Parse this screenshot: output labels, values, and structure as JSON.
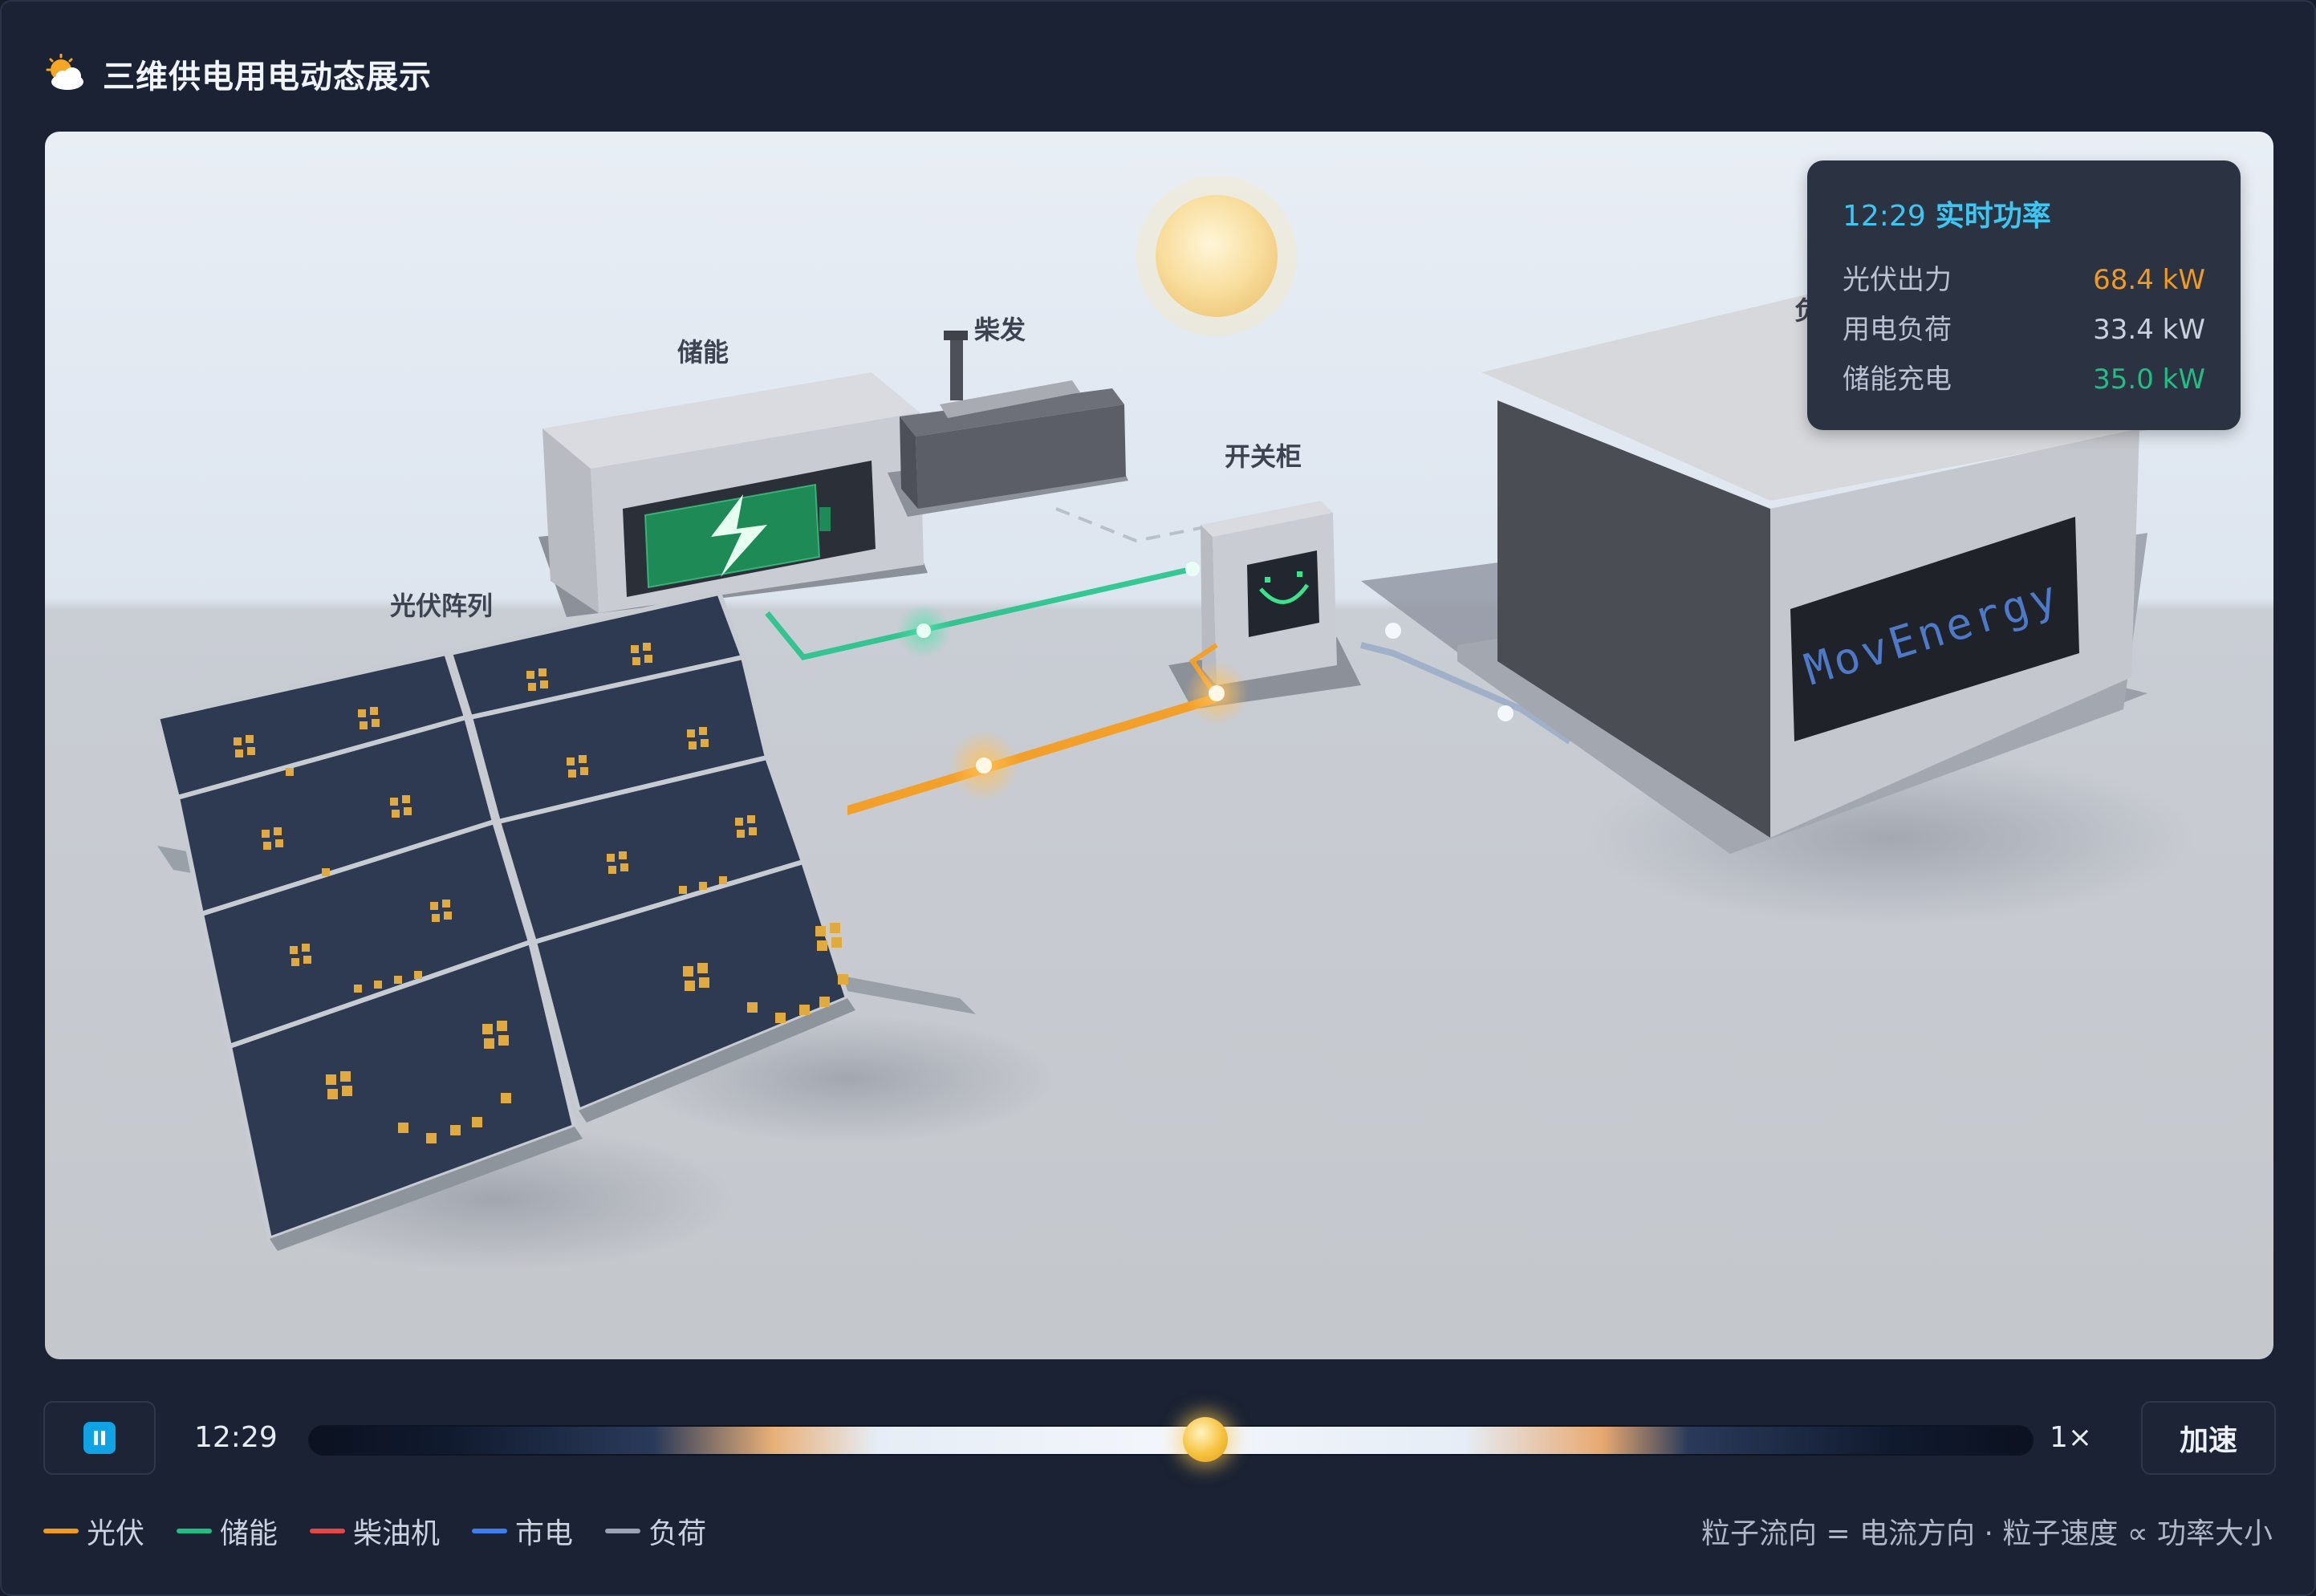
{
  "title": "三维供电用电动态展示",
  "scene": {
    "labels": {
      "storage": "储能",
      "diesel": "柴发",
      "pv_array": "光伏阵列",
      "switchgear": "开关柜",
      "load_partial": "负"
    },
    "building_sign": "MovEnergy"
  },
  "power_panel": {
    "time": "12:29",
    "heading": "实时功率",
    "rows": [
      {
        "label": "光伏出力",
        "value": "68.4 kW",
        "color": "#f29a1c"
      },
      {
        "label": "用电负荷",
        "value": "33.4 kW",
        "color": "#c9d1de"
      },
      {
        "label": "储能充电",
        "value": "35.0 kW",
        "color": "#1fbf84"
      }
    ]
  },
  "controls": {
    "time": "12:29",
    "progress": 0.52,
    "speed": "1×",
    "speed_button": "加速"
  },
  "legend": [
    {
      "label": "光伏",
      "color": "#f29a1c"
    },
    {
      "label": "储能",
      "color": "#1fbf84"
    },
    {
      "label": "柴油机",
      "color": "#e64646"
    },
    {
      "label": "市电",
      "color": "#3d7ff0"
    },
    {
      "label": "负荷",
      "color": "#9aa3b3"
    }
  ],
  "note": "粒子流向 = 电流方向 · 粒子速度 ∝ 功率大小",
  "icons": {
    "weather": "sun-cloud-icon",
    "play": "pause-icon"
  }
}
